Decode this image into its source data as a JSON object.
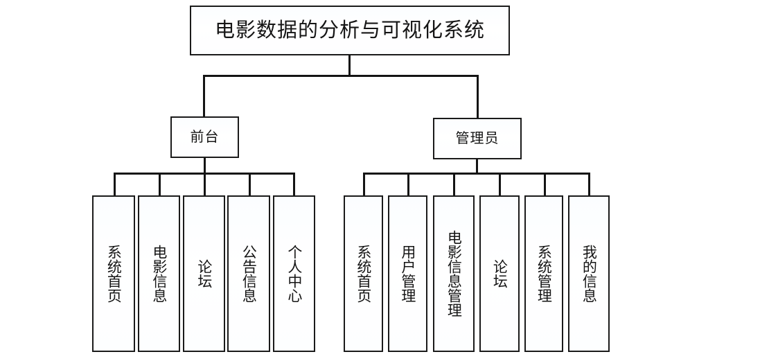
{
  "diagram": {
    "title_node": {
      "label": "电影数据的分析与可视化系统"
    },
    "branches": [
      {
        "id": "frontend",
        "label": "前台",
        "leaves": [
          {
            "label": "系统首页"
          },
          {
            "label": "电影信息"
          },
          {
            "label": "论坛"
          },
          {
            "label": "公告信息"
          },
          {
            "label": "个人中心"
          }
        ]
      },
      {
        "id": "admin",
        "label": "管理员",
        "leaves": [
          {
            "label": "系统首页"
          },
          {
            "label": "用户管理"
          },
          {
            "label": "电影信息管理"
          },
          {
            "label": "论坛"
          },
          {
            "label": "系统管理"
          },
          {
            "label": "我的信息"
          }
        ]
      }
    ],
    "colors": {
      "border": "#1a1a1a",
      "line": "#141414",
      "background": "#ffffff",
      "text": "#151515"
    }
  }
}
